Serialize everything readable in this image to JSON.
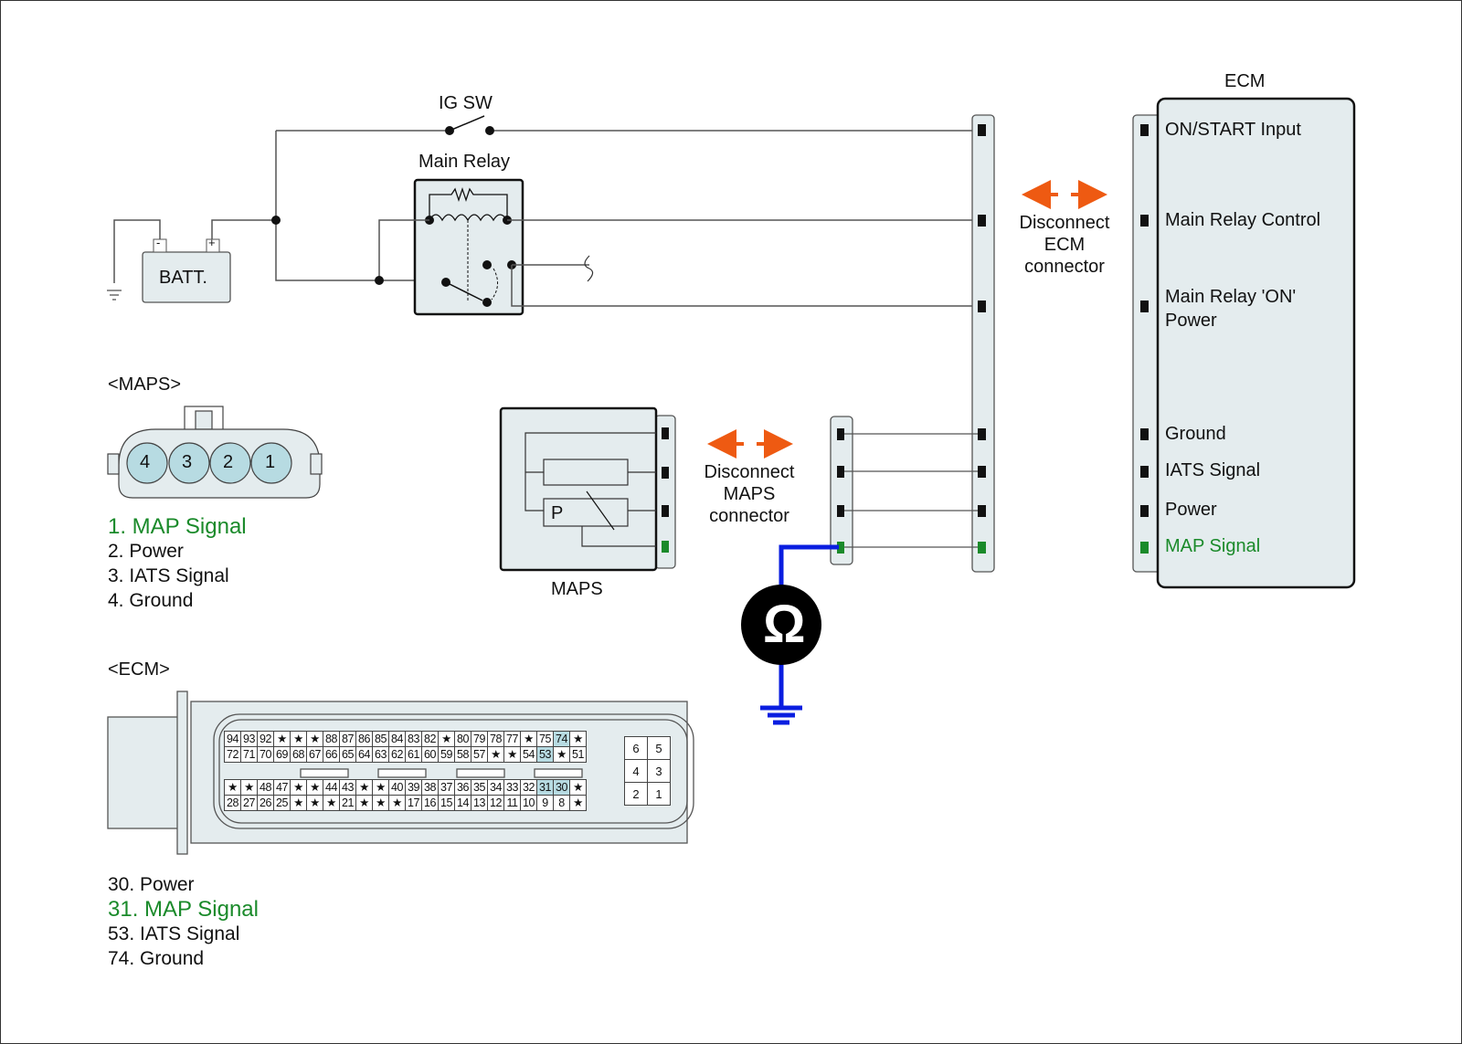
{
  "ig_switch": {
    "label": "IG SW"
  },
  "main_relay": {
    "label": "Main Relay"
  },
  "battery": {
    "label": "BATT.",
    "neg": "-",
    "pos": "+"
  },
  "disconnect_ecm": {
    "line1": "Disconnect",
    "line2": "ECM",
    "line3": "connector"
  },
  "disconnect_maps": {
    "line1": "Disconnect",
    "line2": "MAPS",
    "line3": "connector"
  },
  "maps_sensor": {
    "label": "MAPS",
    "element_label": "P"
  },
  "ecm_block": {
    "title": "ECM",
    "terminals": [
      {
        "label": "ON/START Input",
        "highlight": false
      },
      {
        "label": "Main Relay Control",
        "highlight": false
      },
      {
        "label": "Main Relay 'ON'",
        "label2": "Power",
        "highlight": false
      },
      {
        "label": "Ground",
        "highlight": false
      },
      {
        "label": "IATS Signal",
        "highlight": false
      },
      {
        "label": "Power",
        "highlight": false
      },
      {
        "label": "MAP Signal",
        "highlight": true
      }
    ]
  },
  "ohmmeter": {
    "symbol": "Ω"
  },
  "maps_connector": {
    "title": "<MAPS>",
    "pins": [
      "4",
      "3",
      "2",
      "1"
    ],
    "legend": [
      "1. MAP Signal",
      "2. Power",
      "3. IATS Signal",
      "4. Ground"
    ]
  },
  "ecm_connector": {
    "title": "<ECM>",
    "rows": [
      [
        "94",
        "93",
        "92",
        "★",
        "★",
        "★",
        "88",
        "87",
        "86",
        "85",
        "84",
        "83",
        "82",
        "★",
        "80",
        "79",
        "78",
        "77",
        "★",
        "75",
        "74",
        "★"
      ],
      [
        "72",
        "71",
        "70",
        "69",
        "68",
        "67",
        "66",
        "65",
        "64",
        "63",
        "62",
        "61",
        "60",
        "59",
        "58",
        "57",
        "★",
        "★",
        "54",
        "53",
        "★",
        "51"
      ],
      [
        "★",
        "★",
        "48",
        "47",
        "★",
        "★",
        "44",
        "43",
        "★",
        "★",
        "40",
        "39",
        "38",
        "37",
        "36",
        "35",
        "34",
        "33",
        "32",
        "31",
        "30",
        "★"
      ],
      [
        "28",
        "27",
        "26",
        "25",
        "★",
        "★",
        "★",
        "21",
        "★",
        "★",
        "★",
        "17",
        "16",
        "15",
        "14",
        "13",
        "12",
        "11",
        "10",
        "9",
        "8",
        "★"
      ]
    ],
    "highlighted": [
      "74",
      "53",
      "31",
      "30"
    ],
    "aux_pins": [
      [
        "6",
        "5"
      ],
      [
        "4",
        "3"
      ],
      [
        "2",
        "1"
      ]
    ],
    "legend": [
      "30. Power",
      "31. MAP Signal",
      "53. IATS Signal",
      "74. Ground"
    ]
  },
  "colors": {
    "highlight_green": "#1a8a2a",
    "test_lead": "#0a1ee0",
    "arrow": "#ee5a12",
    "pin_highlight": "#b7dbe2",
    "component_fill": "#e4ecee"
  }
}
